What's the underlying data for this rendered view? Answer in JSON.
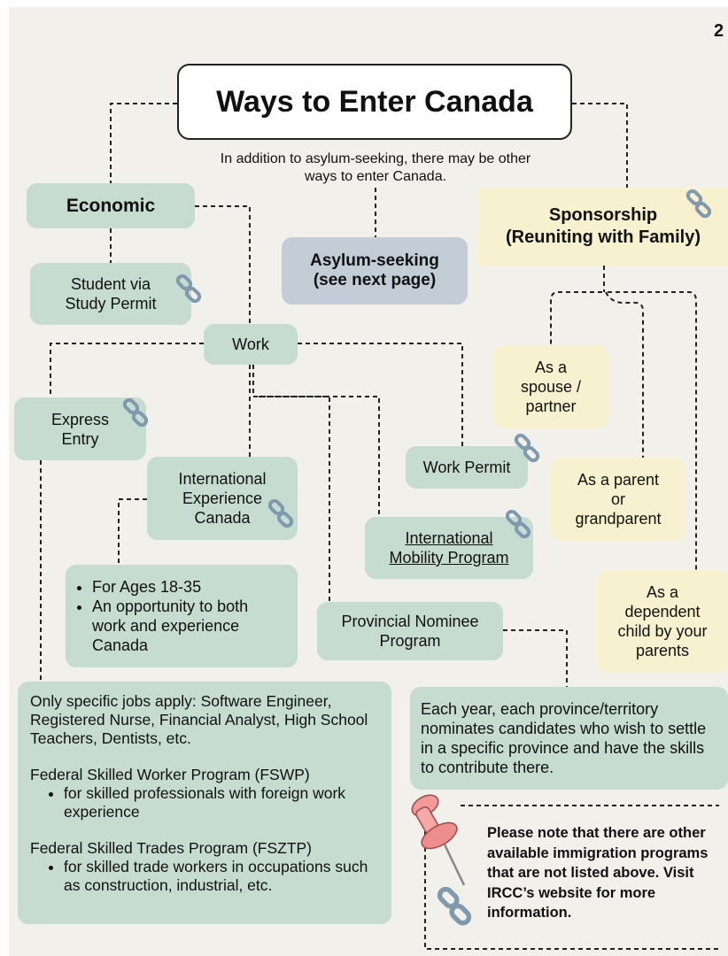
{
  "page_number": "2",
  "title": "Ways to Enter Canada",
  "intro": {
    "line1": "In addition to asylum-seeking, there may be other",
    "line2": "ways to enter Canada."
  },
  "nodes": {
    "economic": "Economic",
    "student": {
      "line1": "Student via",
      "line2": "Study Permit"
    },
    "work": "Work",
    "express": {
      "line1": "Express",
      "line2": "Entry"
    },
    "iec": {
      "line1": "International",
      "line2": "Experience",
      "line3": "Canada"
    },
    "iec_bullets": [
      "For Ages 18-35",
      "An opportunity to both work and experience Canada"
    ],
    "work_permit": "Work Permit",
    "imp": {
      "line1": "International",
      "line2": "Mobility Program"
    },
    "pnp": {
      "line1": "Provincial Nominee",
      "line2": "Program"
    },
    "pnp_desc": "Each year, each province/territory nominates candidates who wish to settle in a specific province and have the skills to contribute there.",
    "asylum": {
      "line1": "Asylum-seeking",
      "line2": "(see next page)"
    },
    "sponsorship": {
      "line1": "Sponsorship",
      "line2": "(Reuniting with Family)"
    },
    "spouse": {
      "line1": "As a",
      "line2": "spouse /",
      "line3": "partner"
    },
    "parent": {
      "line1": "As a parent",
      "line2": "or",
      "line3": "grandparent"
    },
    "child": {
      "line1": "As a",
      "line2": "dependent",
      "line3": "child by your",
      "line4": "parents"
    }
  },
  "express_details": {
    "jobs": "Only specific jobs apply: Software Engineer, Registered Nurse, Financial Analyst, High School Teachers, Dentists, etc.",
    "fswp_title": "Federal Skilled Worker Program (FSWP)",
    "fswp_bullet": "for skilled professionals with foreign work experience",
    "fstp_title": "Federal Skilled Trades Program (FSZTP)",
    "fstp_bullet": "for skilled trade workers in occupations such as construction, industrial, etc."
  },
  "note": "Please note that there are other available immigration programs that are not listed above. Visit IRCC’s website for more information.",
  "icons": [
    "link-icon",
    "pushpin-icon"
  ],
  "colors": {
    "green": "#c6dcd1",
    "yellow": "#f7f1cf",
    "blue": "#c2cdd8",
    "link_icon": "#7f9aad",
    "pin": "#ef8f8f"
  }
}
